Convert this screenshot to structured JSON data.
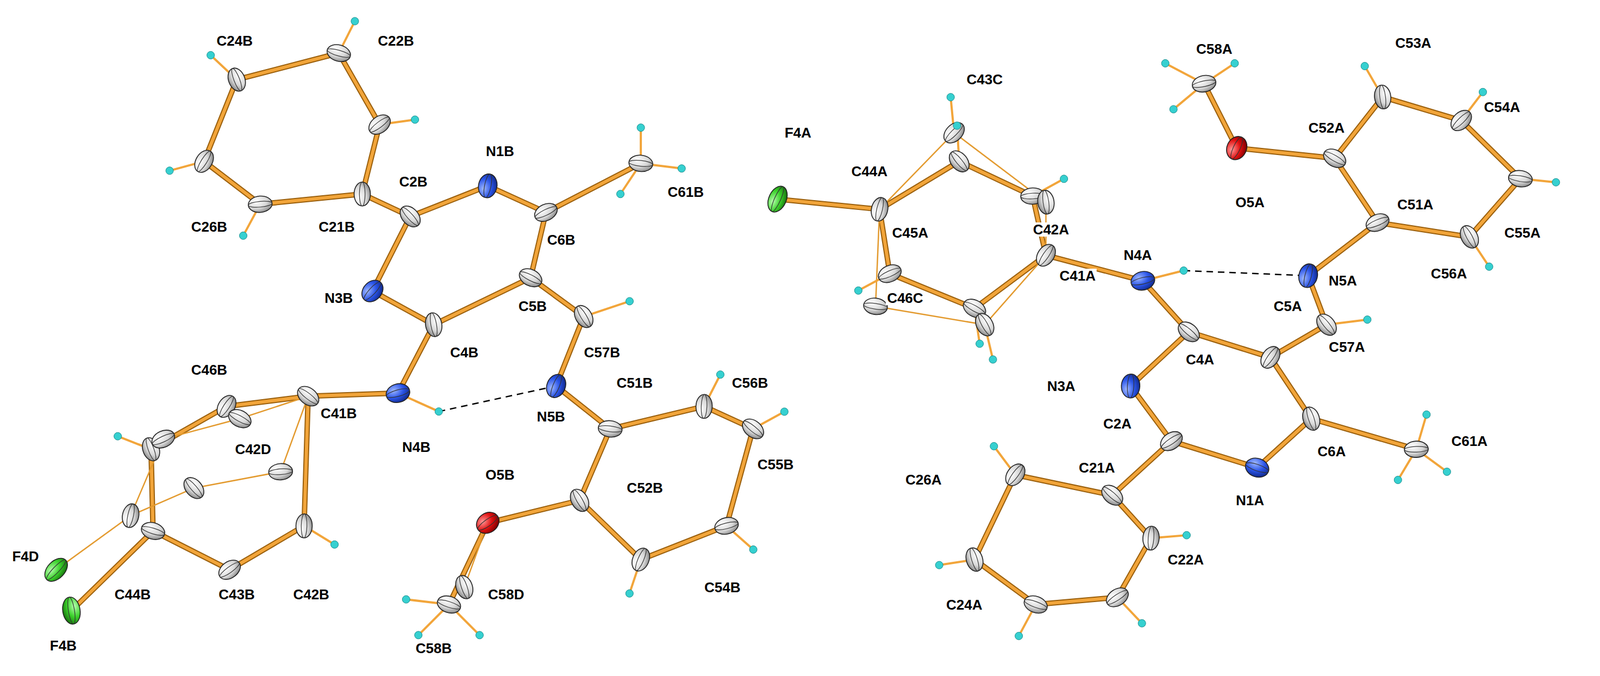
{
  "diagram": {
    "labels": [
      "C24B",
      "C22B",
      "N1B",
      "C61B",
      "C2B",
      "C26B",
      "C21B",
      "C6B",
      "C5B",
      "N3B",
      "C4B",
      "C57B",
      "C46B",
      "C51B",
      "C56B",
      "C41B",
      "N5B",
      "N4B",
      "C42D",
      "O5B",
      "C55B",
      "F4D",
      "C44B",
      "C43B",
      "C42B",
      "C52B",
      "C54B",
      "C58D",
      "F4B",
      "C58B",
      "C58A",
      "C53A",
      "C43C",
      "F4A",
      "C52A",
      "C54A",
      "C44A",
      "O5A",
      "C51A",
      "C42A",
      "C45A",
      "N4A",
      "C41A",
      "N5A",
      "C55A",
      "C56A",
      "C46C",
      "C5A",
      "C57A",
      "C4A",
      "N3A",
      "C2A",
      "C6A",
      "C61A",
      "C26A",
      "C21A",
      "N1A",
      "C22A",
      "C24A"
    ]
  }
}
